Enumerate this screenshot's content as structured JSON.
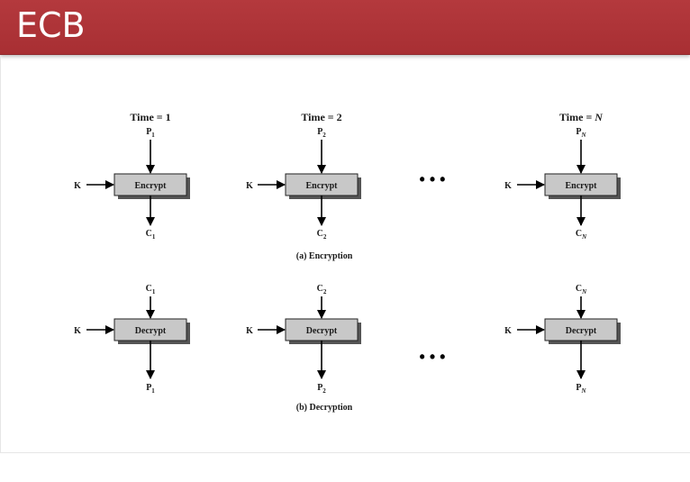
{
  "slide": {
    "title": "ECB",
    "accent_color": "#ae3338"
  },
  "diagram": {
    "encryption": {
      "caption": "(a) Encryption",
      "time_labels": [
        "Time = 1",
        "Time = 2",
        "Time = N"
      ],
      "inputs": [
        "P1",
        "P2",
        "PN"
      ],
      "outputs": [
        "C1",
        "C2",
        "CN"
      ],
      "key_label": "K",
      "block_label": "Encrypt"
    },
    "decryption": {
      "caption": "(b) Decryption",
      "inputs": [
        "C1",
        "C2",
        "CN"
      ],
      "outputs": [
        "P1",
        "P2",
        "PN"
      ],
      "key_label": "K",
      "block_label": "Decrypt"
    },
    "ellipsis": "• • •",
    "box_fill": "#c8c8c8",
    "shadow_fill": "#555555"
  }
}
